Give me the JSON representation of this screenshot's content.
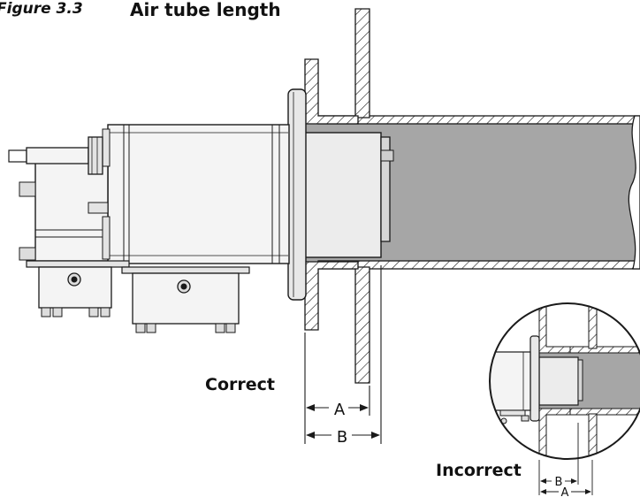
{
  "figure": {
    "number": "Figure 3.3",
    "title": "Air tube length"
  },
  "labels": {
    "correct": "Correct",
    "incorrect": "Incorrect",
    "dim_a": "A",
    "dim_b": "B"
  },
  "colors": {
    "outline": "#1a1a1a",
    "body_fill": "#f2f2f2",
    "tube_fill": "#a6a6a6",
    "shade_fill": "#d6d6d6"
  }
}
